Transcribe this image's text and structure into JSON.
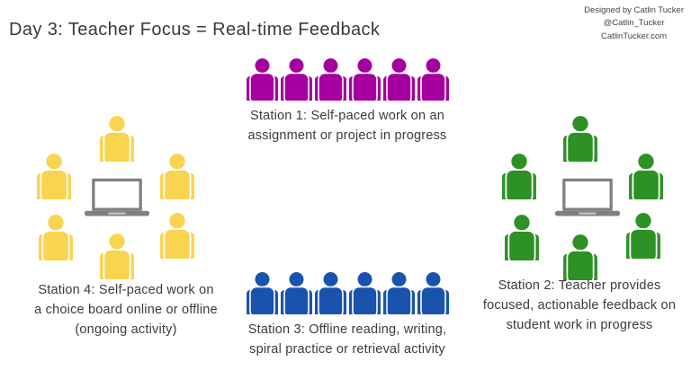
{
  "header": {
    "title": "Day 3: Teacher Focus = Real-time Feedback",
    "credit": "Designed by Catlin Tucker\n@Catlin_Tucker\nCatlinTucker.com"
  },
  "stations": {
    "station1": {
      "caption": "Station 1: Self-paced work on an\nassignment or project in progress",
      "color": "#a5009f",
      "people_count": 6,
      "layout": "row",
      "has_laptop": false
    },
    "station2": {
      "caption": "Station 2: Teacher provides\nfocused, actionable feedback on\nstudent work in progress",
      "color": "#2d9126",
      "people_count": 6,
      "layout": "circle",
      "has_laptop": true
    },
    "station3": {
      "caption": "Station 3: Offline reading, writing,\nspiral practice or retrieval activity",
      "color": "#1a53ae",
      "people_count": 6,
      "layout": "row",
      "has_laptop": false
    },
    "station4": {
      "caption": "Station 4: Self-paced work on\na choice board online or offline\n(ongoing activity)",
      "color": "#f9d44f",
      "people_count": 6,
      "layout": "circle",
      "has_laptop": true
    }
  },
  "icons": {
    "person": "person-icon",
    "laptop": "laptop-icon"
  },
  "colors": {
    "background": "#ffffff",
    "text": "#3b3b3b",
    "laptop_gray": "#7f7f7f"
  }
}
